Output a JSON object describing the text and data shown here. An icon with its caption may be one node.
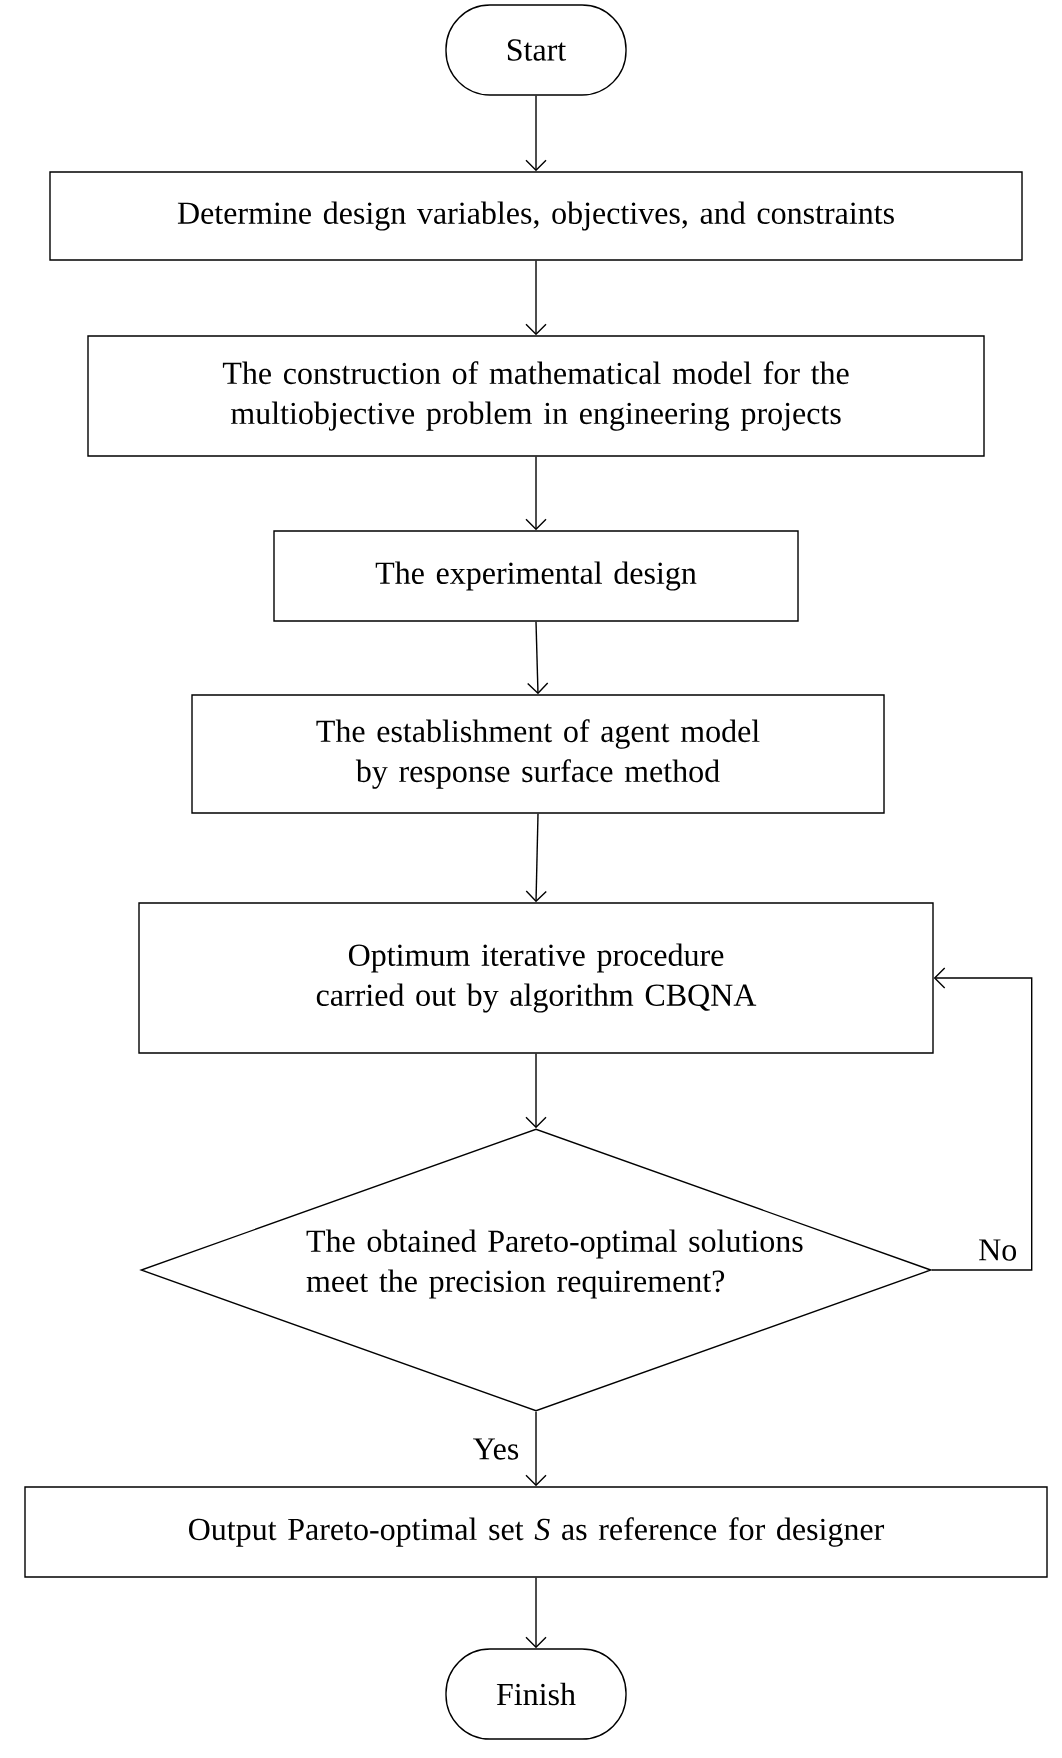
{
  "diagram": {
    "nodes": [
      {
        "text": [
          "Start"
        ]
      },
      {
        "text": [
          "Determine design variables, objectives, and constraints"
        ]
      },
      {
        "text": [
          "The construction of mathematical model for the multiobjective problem in engineering projects"
        ]
      },
      {
        "text": [
          "The experimental design"
        ]
      },
      {
        "text": [
          "The establishment of agent model by response surface method"
        ]
      },
      {
        "text": [
          "Optimum iterative procedure carried out by algorithm CBQNA"
        ]
      },
      {
        "text": [
          "The obtained Pareto-optimal solutions meet the precision requirement?"
        ]
      },
      {
        "text": [
          "Output Pareto-optimal set *S* as reference for designer"
        ]
      },
      {
        "text": [
          "Finish"
        ]
      }
    ],
    "edges": [
      {
        "from": 0,
        "to": 1,
        "arrow": "to"
      },
      {
        "from": 1,
        "to": 2,
        "arrow": "to"
      },
      {
        "from": 2,
        "to": 3,
        "arrow": "to"
      },
      {
        "from": 3,
        "to": 4,
        "arrow": "to"
      },
      {
        "from": 4,
        "to": 5,
        "arrow": "to"
      },
      {
        "from": 5,
        "to": 6,
        "arrow": "to"
      },
      {
        "from": 6,
        "to": 7,
        "arrow": "to",
        "label": "Yes"
      },
      {
        "from": 7,
        "to": 8,
        "arrow": "to"
      },
      {
        "from": 6,
        "to": 5,
        "arrow": "to",
        "label": "No"
      }
    ]
  }
}
